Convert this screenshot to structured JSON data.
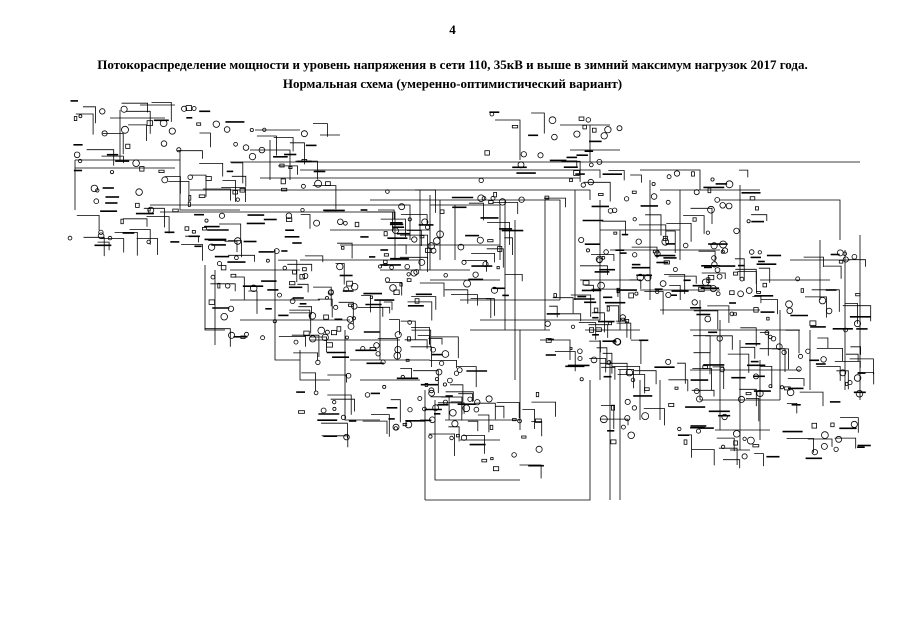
{
  "page": {
    "number": "4"
  },
  "title": {
    "line1": "Потокораспределение мощности и уровень напряжения в сети 110, 35кВ и выше в зимний максимум нагрузок 2017 года.",
    "line2": "Нормальная схема (умеренно-оптимистический вариант)"
  },
  "colors": {
    "ink": "#000000",
    "paper": "#ffffff"
  }
}
